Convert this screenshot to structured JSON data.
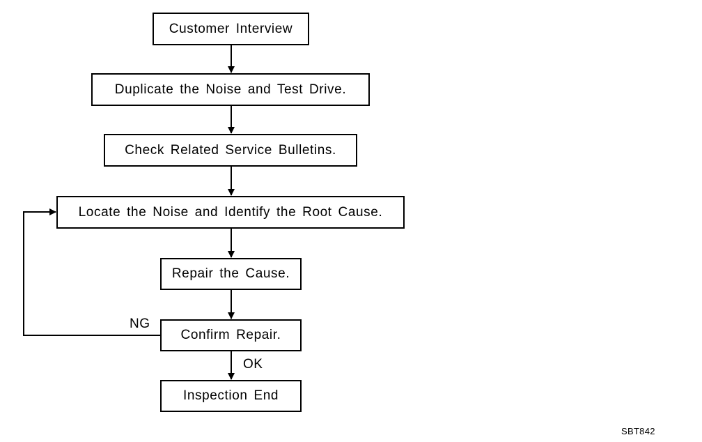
{
  "steps": [
    {
      "id": "customer-interview",
      "label": "Customer Interview"
    },
    {
      "id": "duplicate-noise",
      "label": "Duplicate the Noise and Test Drive."
    },
    {
      "id": "check-bulletins",
      "label": "Check Related Service Bulletins."
    },
    {
      "id": "locate-noise",
      "label": "Locate the Noise and Identify the Root Cause."
    },
    {
      "id": "repair-cause",
      "label": "Repair the Cause."
    },
    {
      "id": "confirm-repair",
      "label": "Confirm Repair."
    },
    {
      "id": "inspection-end",
      "label": "Inspection End"
    }
  ],
  "edges": [
    {
      "from": "customer-interview",
      "to": "duplicate-noise",
      "label": ""
    },
    {
      "from": "duplicate-noise",
      "to": "check-bulletins",
      "label": ""
    },
    {
      "from": "check-bulletins",
      "to": "locate-noise",
      "label": ""
    },
    {
      "from": "locate-noise",
      "to": "repair-cause",
      "label": ""
    },
    {
      "from": "repair-cause",
      "to": "confirm-repair",
      "label": ""
    },
    {
      "from": "confirm-repair",
      "to": "inspection-end",
      "label": "OK"
    },
    {
      "from": "confirm-repair",
      "to": "locate-noise",
      "label": "NG"
    }
  ],
  "figure_code": "SBT842"
}
